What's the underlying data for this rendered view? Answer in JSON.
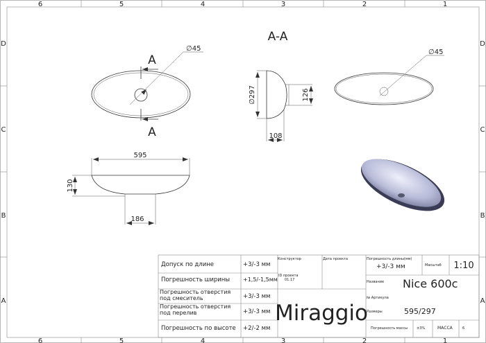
{
  "frame": {
    "columns": [
      "6",
      "5",
      "4",
      "3",
      "2",
      "1"
    ],
    "rows": [
      "D",
      "C",
      "B",
      "A"
    ]
  },
  "drawing": {
    "section_title": "A-A",
    "section_mark": "A",
    "dim_hole": "∅45",
    "dim_hole_iso": "∅45",
    "dim_diameter": "∅297",
    "dim_126": "126",
    "dim_108": "108",
    "dim_595": "595",
    "dim_130": "130",
    "dim_186": "186"
  },
  "title_block": {
    "tolerances": [
      {
        "label": "Допуск по длине",
        "value": "+3/-3 мм"
      },
      {
        "label": "Погрешность ширины",
        "value": "+1,5/-1,5мм"
      },
      {
        "label": "Погрешность отверстия под смеситель",
        "value": "+3/-3 мм"
      },
      {
        "label": "Погрешность отверстия под перелив",
        "value": "+3/-3 мм"
      },
      {
        "label": "Погрешность по высоте",
        "value": "+2/-2 мм"
      }
    ],
    "designer_label": "Конструктор",
    "date_label": "Дата проекта",
    "project_id_label": "ID проекта",
    "project_id_value": "01.17",
    "brand": "Miraggio",
    "length_error_label": "Погрешность длины(мм)",
    "length_error_value": "+3/-3 мм",
    "scale_label": "Масштаб",
    "scale_value": "1:10",
    "name_label": "Название",
    "name_value": "Nice 600c",
    "article_label": "№ Артикула",
    "size_label": "Размеры",
    "size_value": "595/297",
    "mass_error_label": "Погрешность массы",
    "mass_error_value": "±3%",
    "mass_label": "МАССА",
    "mass_value": "6"
  }
}
